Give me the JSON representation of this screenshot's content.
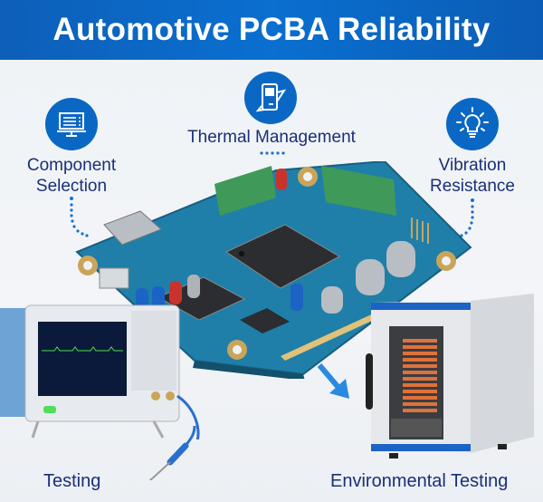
{
  "header": {
    "title": "Automotive PCBA Reliability"
  },
  "features": [
    {
      "id": "component-selection",
      "label_line1": "Component",
      "label_line2": "Selection",
      "icon": "monitor-icon"
    },
    {
      "id": "thermal-management",
      "label_line1": "Thermal Management",
      "icon": "device-card-icon"
    },
    {
      "id": "vibration-resistance",
      "label_line1": "Vibration",
      "label_line2": "Resistance",
      "icon": "lightbulb-icon"
    }
  ],
  "bottom": {
    "testing_label": "Testing",
    "environmental_label": "Environmental Testing"
  },
  "colors": {
    "accent": "#0a68c4",
    "text": "#1a2f7a",
    "pcb": "#1f7fa8",
    "header": "#0a6fd0"
  }
}
